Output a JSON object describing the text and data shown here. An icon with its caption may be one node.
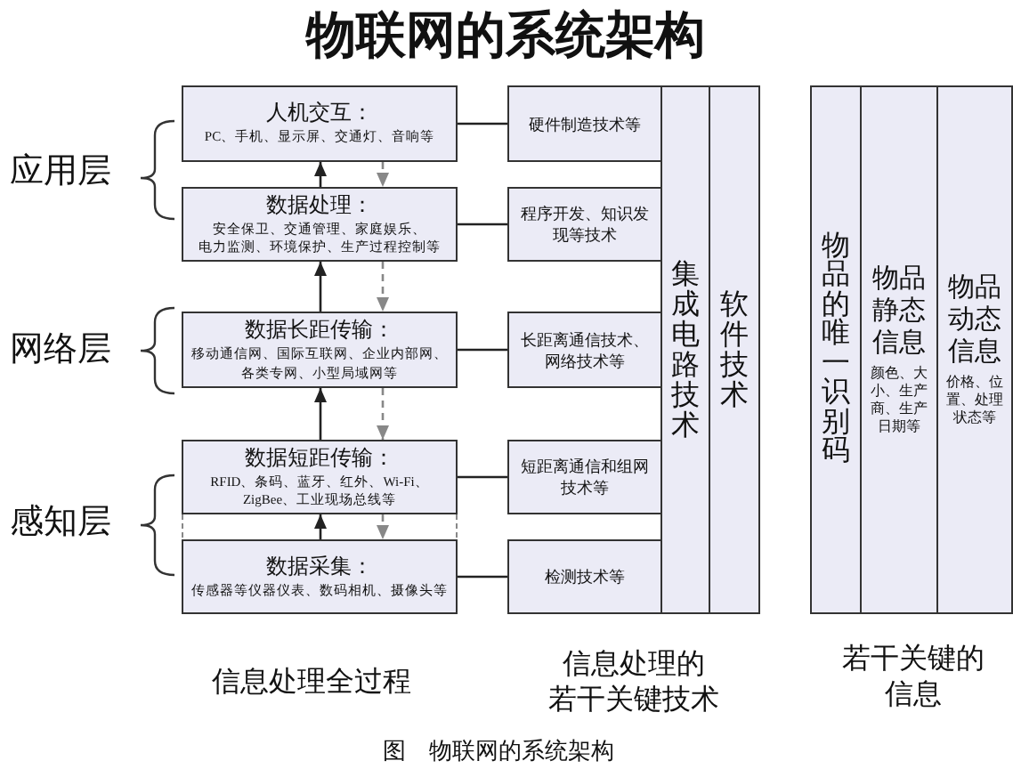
{
  "diagram": {
    "title": "物联网的系统架构",
    "caption": "图　物联网的系统架构",
    "nodes": [
      {
        "text": [
          "人机交互：",
          "PC、手机、显示屏、交通灯、音响等"
        ]
      },
      {
        "text": [
          "数据处理：",
          "安全保卫、交通管理、家庭娱乐、电力监测、环境保护、生产过程控制等"
        ]
      },
      {
        "text": [
          "数据长距传输：",
          "移动通信网、国际互联网、企业内部网、各类专网、小型局域网等"
        ]
      },
      {
        "text": [
          "数据短距传输：",
          "RFID、条码、蓝牙、红外、Wi-Fi、ZigBee、工业现场总线等"
        ]
      },
      {
        "text": [
          "数据采集：",
          "传感器等仪器仪表、数码相机、摄像头等"
        ]
      },
      {
        "text": [
          "硬件制造技术等"
        ]
      },
      {
        "text": [
          "程序开发、知识发现等技术"
        ]
      },
      {
        "text": [
          "长距离通信技术、网络技术等"
        ]
      },
      {
        "text": [
          "短距离通信和组网技术等"
        ]
      },
      {
        "text": [
          "检测技术等"
        ]
      },
      {
        "text": [
          "集成电路技术"
        ]
      },
      {
        "text": [
          "软件技术"
        ]
      },
      {
        "text": [
          "物品的唯一识别码"
        ]
      },
      {
        "text": [
          "物品静态信息",
          "颜色、大小、生产商、生产日期等"
        ]
      },
      {
        "text": [
          "物品动态信息",
          "价格、位置、处理状态等"
        ]
      }
    ],
    "edges": [
      {
        "from": 1,
        "to": 0,
        "arrow": "to"
      },
      {
        "from": 0,
        "to": 1,
        "arrow": "to",
        "style": "dashed",
        "color": "#888888"
      },
      {
        "from": 2,
        "to": 1,
        "arrow": "to"
      },
      {
        "from": 1,
        "to": 2,
        "arrow": "to",
        "style": "dashed",
        "color": "#888888"
      },
      {
        "from": 3,
        "to": 2,
        "arrow": "to"
      },
      {
        "from": 2,
        "to": 3,
        "arrow": "to",
        "style": "dashed",
        "color": "#888888"
      },
      {
        "from": 4,
        "to": 3,
        "arrow": "to"
      },
      {
        "from": 3,
        "to": 4,
        "arrow": "to",
        "style": "dashed",
        "color": "#888888"
      },
      {
        "from": 0,
        "to": 5,
        "arrow": "none"
      },
      {
        "from": 1,
        "to": 6,
        "arrow": "none"
      },
      {
        "from": 2,
        "to": 7,
        "arrow": "none"
      },
      {
        "from": 3,
        "to": 8,
        "arrow": "none"
      },
      {
        "from": 4,
        "to": 9,
        "arrow": "none"
      }
    ],
    "labels": [
      "应用层",
      "网络层",
      "感知层",
      "信息处理全过程",
      "信息处理的若干关键技术",
      "若干关键的信息"
    ]
  }
}
